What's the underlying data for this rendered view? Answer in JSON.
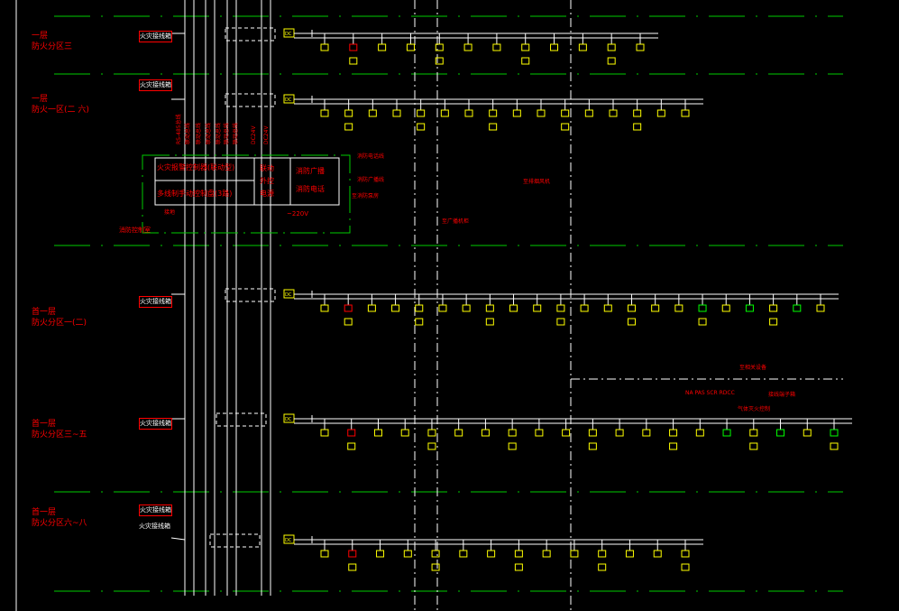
{
  "colors": {
    "background": "#000000",
    "wire": "#ffffff",
    "label": "#ff0000",
    "device": "#ffff00",
    "zone_line": "#00cc00",
    "green_device": "#00ff00"
  },
  "rows": [
    {
      "floor": "一层",
      "zone": "防火分区三",
      "box": "火灾接线箱",
      "module": "DC",
      "devices": 12
    },
    {
      "floor": "一层",
      "zone": "防火一区(二 六)",
      "box": "火灾接线箱",
      "module": "DC",
      "devices": 16
    },
    {
      "floor": "首一层",
      "zone": "防火分区一(二)",
      "box": "火灾接线箱",
      "module": "DC",
      "devices": 22
    },
    {
      "floor": "首一层",
      "zone": "防火分区三~五",
      "box": "火灾接线箱",
      "module": "DC",
      "devices": 20
    },
    {
      "floor": "首一层",
      "zone": "防火分区六~八",
      "box": "火灾接线箱",
      "module": "DC",
      "devices": 14
    }
  ],
  "extra_box": "火灾接线箱",
  "controller": {
    "main": "火灾报警控制器(联动型)",
    "manual": "多线制手动控制盘(3路)",
    "power": [
      "联动",
      "外控",
      "电源"
    ],
    "broadcast": "消防广播",
    "phone": "消防电话",
    "ac": "~220V",
    "ground": "接地",
    "room": "消防控制室"
  },
  "bus_labels": [
    "RS-485总线",
    "联动总线",
    "联动总线",
    "联动总线",
    "联动总线",
    "联动总线",
    "联动总线",
    "DC24V",
    "DC24V"
  ],
  "notes": [
    "消防电话线",
    "至消防泵房",
    "至排烟风机",
    "至广播机柜",
    "消防广播线",
    "至相关设备",
    "NA PAS SCR RDCC",
    "接线端子箱",
    "气体灭火控制"
  ]
}
